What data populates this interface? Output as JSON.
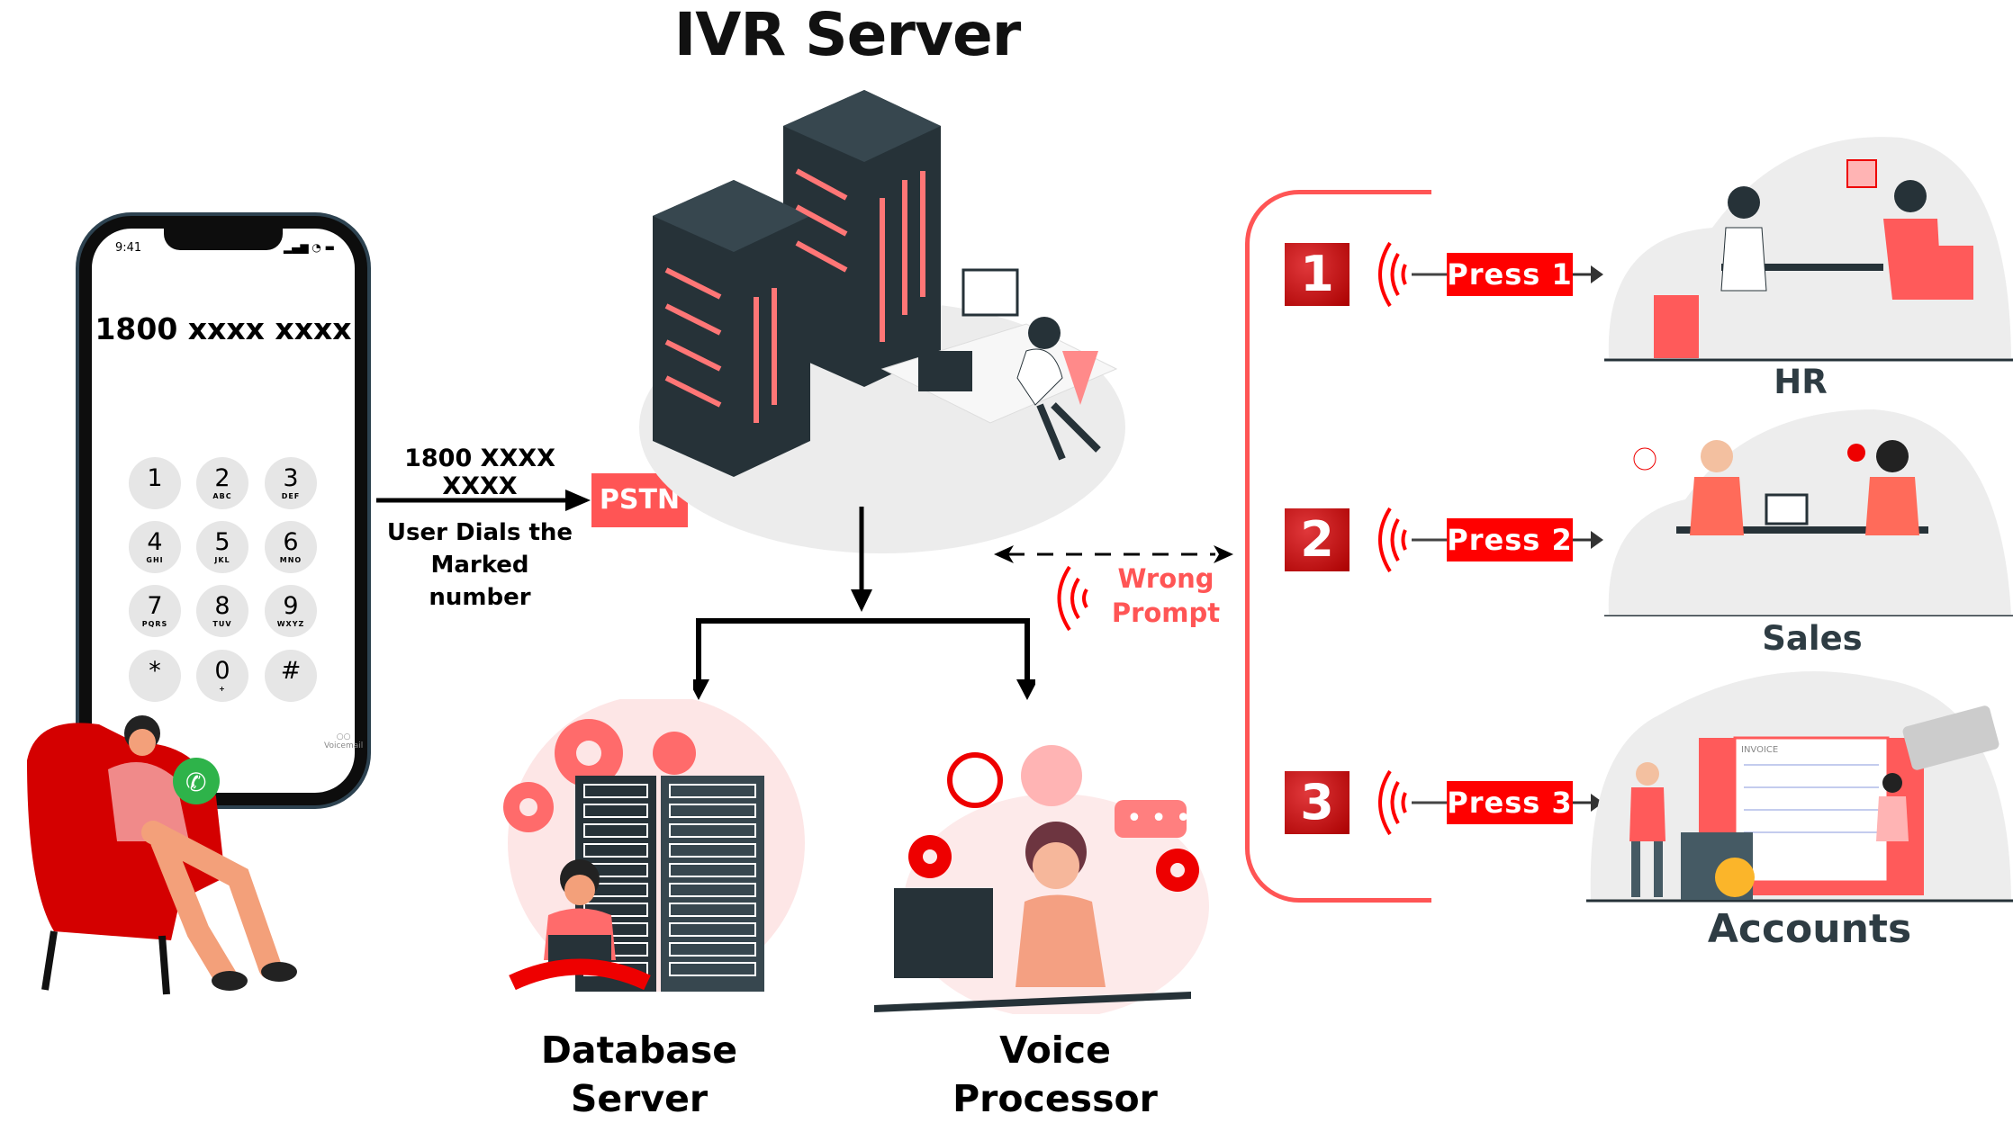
{
  "title": "IVR Server",
  "phone": {
    "time": "9:41",
    "number": "1800 xxxx xxxx",
    "voicemail": "Voicemail",
    "keys": [
      {
        "d": "1",
        "l": ""
      },
      {
        "d": "2",
        "l": "ABC"
      },
      {
        "d": "3",
        "l": "DEF"
      },
      {
        "d": "4",
        "l": "GHI"
      },
      {
        "d": "5",
        "l": "JKL"
      },
      {
        "d": "6",
        "l": "MNO"
      },
      {
        "d": "7",
        "l": "PQRS"
      },
      {
        "d": "8",
        "l": "TUV"
      },
      {
        "d": "9",
        "l": "WXYZ"
      },
      {
        "d": "*",
        "l": ""
      },
      {
        "d": "0",
        "l": "+"
      },
      {
        "d": "#",
        "l": ""
      }
    ]
  },
  "dial": {
    "number": "1800 XXXX XXXX",
    "caption_line1": "User Dials the",
    "caption_line2": "Marked number"
  },
  "pstn": "PSTN",
  "database": {
    "line1": "Database",
    "line2": "Server"
  },
  "voice": {
    "line1": "Voice",
    "line2": "Processor"
  },
  "wrong": {
    "line1": "Wrong",
    "line2": "Prompt"
  },
  "options": [
    {
      "num": "1",
      "press": "Press  1",
      "dept": "HR"
    },
    {
      "num": "2",
      "press": "Press  2",
      "dept": "Sales"
    },
    {
      "num": "3",
      "press": "Press  3",
      "dept": "Accounts"
    }
  ],
  "accounts_invoice": "INVOICE",
  "colors": {
    "accent": "#ff5555",
    "press": "#ff0000",
    "number_box": "#b00000",
    "dept_text": "#2e3c43",
    "server_dark": "#263238"
  }
}
